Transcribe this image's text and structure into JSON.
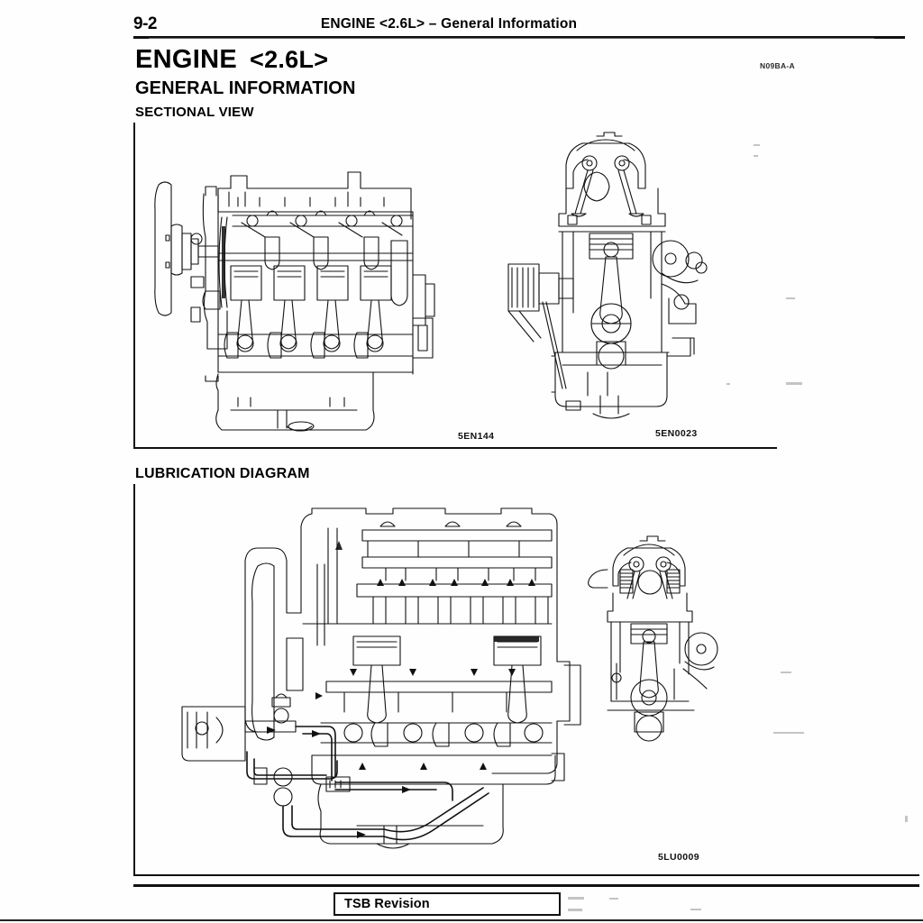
{
  "header": {
    "page_number": "9-2",
    "title": "ENGINE <2.6L> – General  Information"
  },
  "title_block": {
    "main_title": "ENGINE",
    "main_title_variant": "<2.6L>",
    "reference_code": "N09BA-A",
    "subtitle": "GENERAL INFORMATION"
  },
  "sections": [
    {
      "label": "SECTIONAL VIEW",
      "figures": [
        {
          "caption": "5EN144",
          "name": "engine-longitudinal-section",
          "description": "Longitudinal cross-section of 2.6L inline four-cylinder engine showing camshaft, valves, pistons, crankshaft, oil pan and front pulley"
        },
        {
          "caption": "5EN0023",
          "name": "engine-transverse-section",
          "description": "Transverse cross-section of 2.6L engine showing cylinder head, valves, piston, connecting rod, crankshaft, oil filter and oil pan"
        }
      ]
    },
    {
      "label": "LUBRICATION DIAGRAM",
      "figures": [
        {
          "caption": "5LU0009",
          "name": "lubrication-flow-diagram",
          "description": "Engine lubrication oil flow diagram with arrows indicating oil passages from oil pump through filter to main bearings, camshaft and rocker shaft"
        },
        {
          "caption": "",
          "name": "lubrication-side-section",
          "description": "Transverse section showing oil flow to cylinder head and crankshaft bearings"
        }
      ]
    }
  ],
  "footer": {
    "tsb_revision_label": "TSB Revision"
  },
  "colors": {
    "ink": "#111111",
    "paper": "#ffffff"
  }
}
